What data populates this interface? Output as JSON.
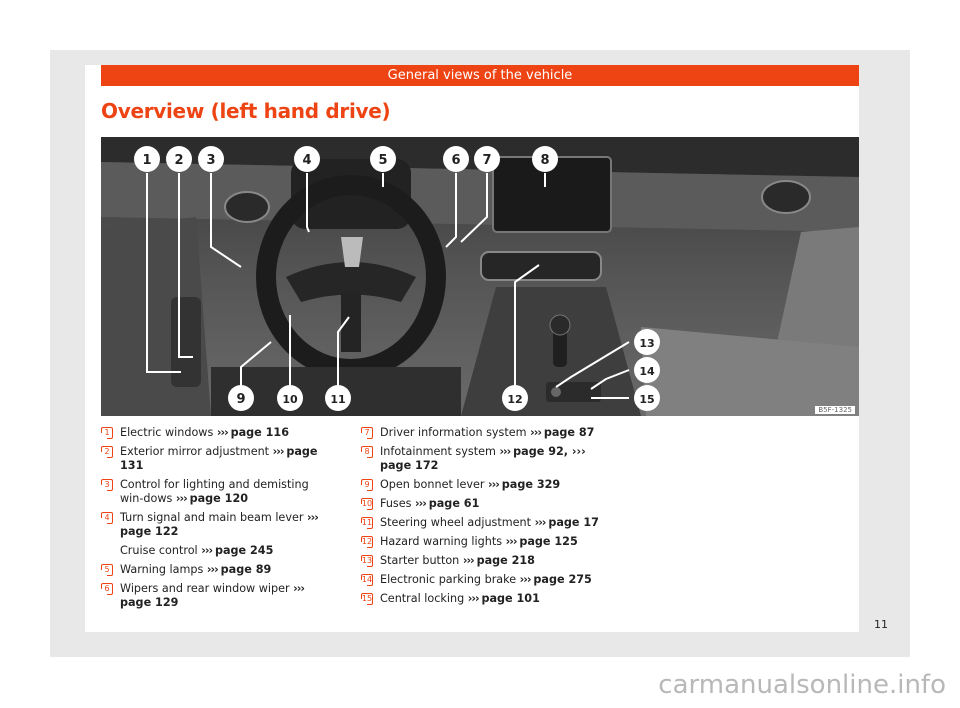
{
  "header": {
    "title": "General views of the vehicle"
  },
  "section": {
    "title": "Overview (left hand drive)"
  },
  "figure": {
    "code": "B5F-1325",
    "callouts": [
      "1",
      "2",
      "3",
      "4",
      "5",
      "6",
      "7",
      "8",
      "9",
      "10",
      "11",
      "12",
      "13",
      "14",
      "15"
    ]
  },
  "legend_left": [
    {
      "num": "1",
      "text": "Electric windows",
      "ref": "page 116"
    },
    {
      "num": "2",
      "text": "Exterior mirror adjustment",
      "ref": "page 131"
    },
    {
      "num": "3",
      "text": "Control for lighting and demisting win-dows",
      "ref": "page 120"
    },
    {
      "num": "4",
      "text": "Turn signal and main beam lever",
      "ref": "page 122",
      "extra_text": "Cruise control",
      "extra_ref": "page 245"
    },
    {
      "num": "5",
      "text": "Warning lamps",
      "ref": "page 89"
    },
    {
      "num": "6",
      "text": "Wipers and rear window wiper",
      "ref": "page 129"
    }
  ],
  "legend_right": [
    {
      "num": "7",
      "text": "Driver information system",
      "ref": "page 87"
    },
    {
      "num": "8",
      "text": "Infotainment system",
      "ref": "page 92, ››› page 172"
    },
    {
      "num": "9",
      "text": "Open bonnet lever",
      "ref": "page 329"
    },
    {
      "num": "10",
      "text": "Fuses",
      "ref": "page 61"
    },
    {
      "num": "11",
      "text": "Steering wheel adjustment",
      "ref": "page 17"
    },
    {
      "num": "12",
      "text": "Hazard warning lights",
      "ref": "page 125"
    },
    {
      "num": "13",
      "text": "Starter button",
      "ref": "page 218"
    },
    {
      "num": "14",
      "text": "Electronic parking brake",
      "ref": "page 275"
    },
    {
      "num": "15",
      "text": "Central locking",
      "ref": "page 101"
    }
  ],
  "page_number": "11",
  "watermark": "carmanualsonline.info",
  "chevrons": "›››"
}
